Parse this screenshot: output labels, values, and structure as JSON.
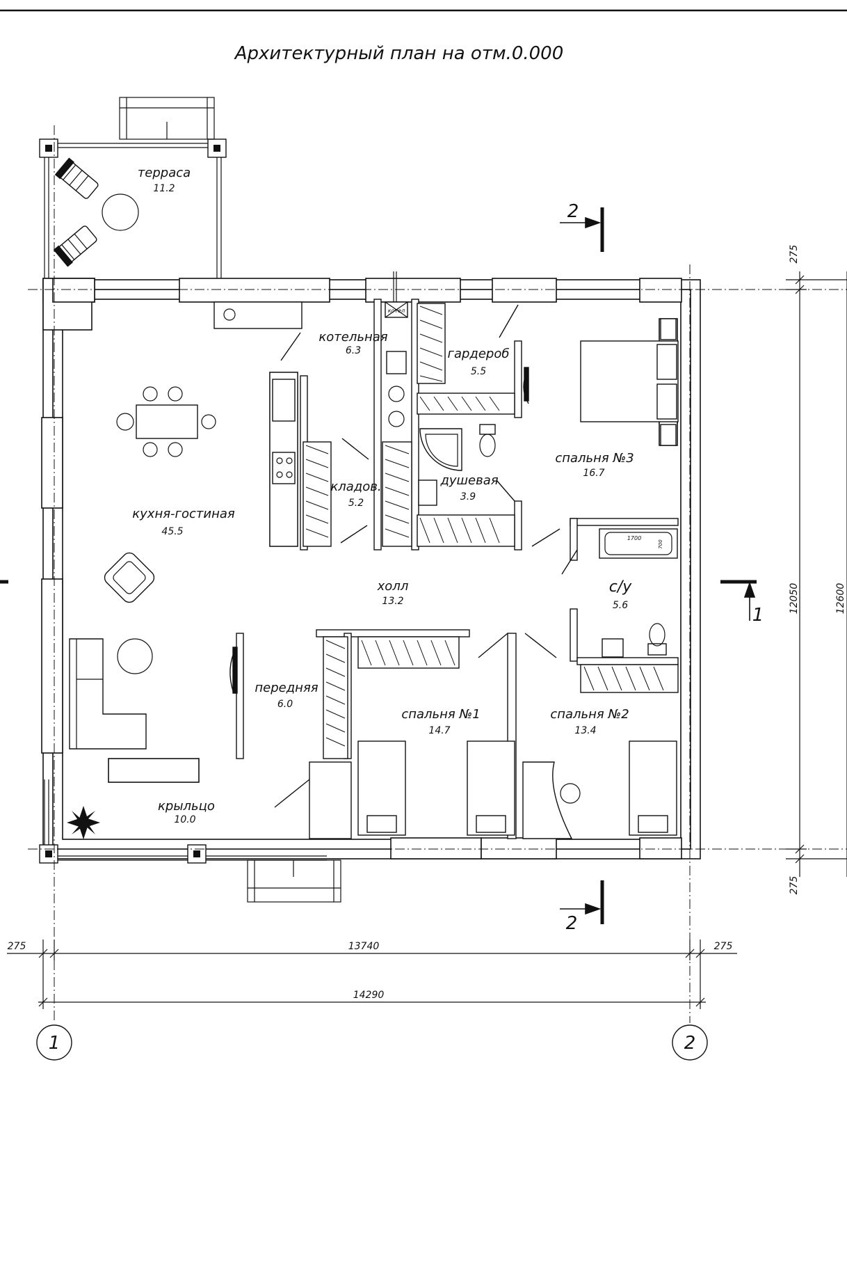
{
  "title": "Архитектурный план на отм.0.000",
  "rooms": {
    "terrace": {
      "name": "терраса",
      "area": "11.2"
    },
    "boiler": {
      "name": "котельная",
      "area": "6.3"
    },
    "wardrobe": {
      "name": "гардероб",
      "area": "5.5"
    },
    "kitchen": {
      "name": "кухня-гостиная",
      "area": "45.5"
    },
    "pantry": {
      "name": "кладов.",
      "area": "5.2"
    },
    "shower": {
      "name": "душевая",
      "area": "3.9"
    },
    "bedroom3": {
      "name": "спальня №3",
      "area": "16.7"
    },
    "hall": {
      "name": "холл",
      "area": "13.2"
    },
    "bathroom": {
      "name": "с/у",
      "area": "5.6"
    },
    "entry": {
      "name": "передняя",
      "area": "6.0"
    },
    "bedroom1": {
      "name": "спальня №1",
      "area": "14.7"
    },
    "bedroom2": {
      "name": "спальня №2",
      "area": "13.4"
    },
    "porch": {
      "name": "крыльцо",
      "area": "10.0"
    }
  },
  "dimensions": {
    "top_offset": "275",
    "bottom_offset": "275",
    "left_offset": "275",
    "right_offset": "275",
    "inner_width": "13740",
    "total_width": "14290",
    "inner_height": "12050",
    "total_height": "12600"
  },
  "axes": {
    "a1": "1",
    "a2": "2"
  },
  "sections": {
    "s1": "1",
    "s2_top": "2",
    "s2_bottom": "2"
  },
  "equipment": {
    "boiler_tag": "котел",
    "bath_tag": "1700",
    "bath_tag2": "700"
  }
}
